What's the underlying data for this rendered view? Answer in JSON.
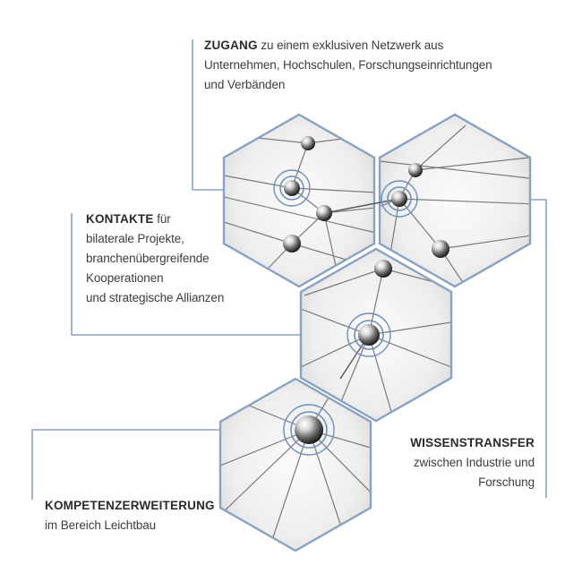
{
  "colors": {
    "hex_border": "#8aa2c2",
    "connector": "#8aa2c2",
    "ring": "#6f8fbd",
    "text": "#3c3c3c",
    "keyword": "#2a2a2a"
  },
  "callouts": {
    "zugang": {
      "keyword": "ZUGANG",
      "line1_rest": " zu einem exklusiven Netzwerk aus",
      "line2": "Unternehmen, Hochschulen, Forschungseinrichtungen",
      "line3": "und Verbänden"
    },
    "kontakte": {
      "keyword": "KONTAKTE",
      "line1_rest": " für",
      "line2": "bilaterale Projekte,",
      "line3": "branchenübergreifende",
      "line4": "Kooperationen",
      "line5": "und strategische Allianzen"
    },
    "wissenstransfer": {
      "keyword": "WISSENSTRANSFER",
      "line2": "zwischen Industrie und",
      "line3": "Forschung"
    },
    "kompetenzerweiterung": {
      "keyword": "KOMPETENZERWEITERUNG",
      "line2": "im Bereich Leichtbau"
    }
  }
}
